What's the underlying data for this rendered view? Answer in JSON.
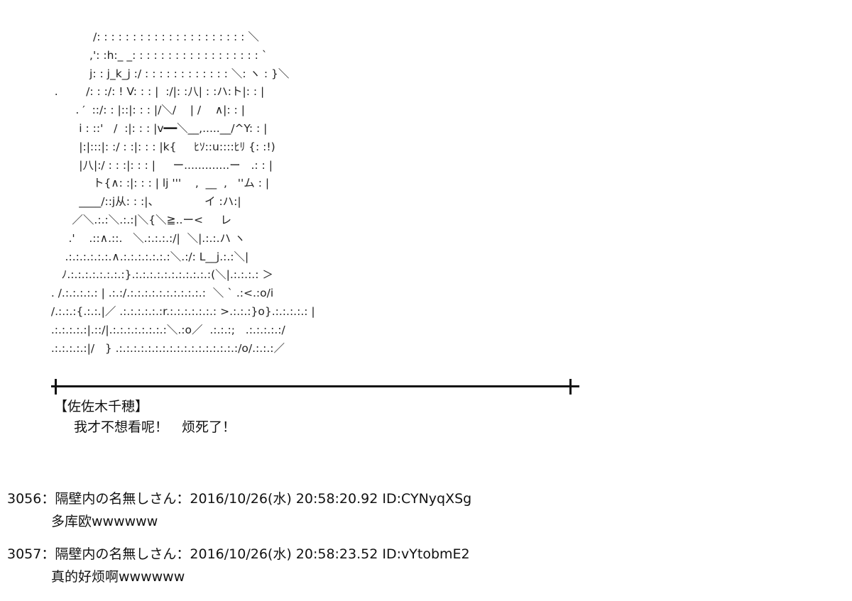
{
  "art": {
    "lines": [
      "              /: : : : : : : : : : : : : : : : : : : : : ＼",
      "             ,': :h:_ _: : : : : : : : : : : : : : : : : : `",
      "             j: : j_k_j :/ : : : : : : : : : : : : ＼: ヽ : }＼",
      "   .        /: : :/: ! V: : : |  :/|: :八| : :ハ:ト|: : |",
      "         . ′  ::/: : |::|: : : |/＼/    | /    ∧|: : |",
      "          i : ::'   /  :|: : : |v━━＼__,.....__/^Y: : |",
      "          |:|:::|: :/ : :|: : : |k{     ﾋｿ::u::::ﾋﾘ {: :!)",
      "          |八|:/ : : :|: : : |     ー.............ー   .: : |",
      "              ト{∧: :|: : : | lj '''    ,  __  ,   ''ム : |",
      "          ____/::j从: : :|、             イ :ハ:|",
      "        ／＼.:.:＼.:.:|＼{＼≧..ー<     レ",
      "       .'    .::∧.::.   ＼.:.:.:.:/|  ＼|.:.:.ハ ヽ",
      "      .:.:.:.:.:.:.∧.:.:.:.:.:.:.:＼.:/: L__j.:.:＼|",
      "     ﾉ.:.:.:.:.:.:.:.:}.:.:.:.:.:.:.:.:.:.:.:(＼|.:.:.:.: ＞",
      "  . /.:.:.:.:.: | .:.:/.:.:.:.:.:.:.:.:.:.:.:  ＼ ` .:<.:o/i",
      "  /.:.:.:{.:.:.|／ .:.:.:.:.:.:r.:.:.:.:.:.:.: >.:.:.:}o}.:.:.:.:.: |",
      "  .:.:.:.:.:|.::/|.:.:.:.:.:.:.:.:＼.:o／  .:.:.:;   .:.:.:.:.:/",
      "  .:.:.:.:.:|/   } .:.:.:.:.:.:.:.:.:.:.:.:.:.:.:.:.:/o/.:.:.:／"
    ]
  },
  "dialogue": {
    "speaker": "【佐佐木千穂】",
    "line": "我才不想看呢！　烦死了！"
  },
  "posts": [
    {
      "number": "3056",
      "sep": "：",
      "name": "隔壁内の名無しさん",
      "sep2": "：",
      "datetime": "2016/10/26(水) 20:58:20.92",
      "id": "ID:CYNyqXSg",
      "body": "多库欧wwwwww"
    },
    {
      "number": "3057",
      "sep": "：",
      "name": "隔壁内の名無しさん",
      "sep2": "：",
      "datetime": "2016/10/26(水) 20:58:23.52",
      "id": "ID:vYtobmE2",
      "body": "真的好烦啊wwwwww"
    }
  ]
}
